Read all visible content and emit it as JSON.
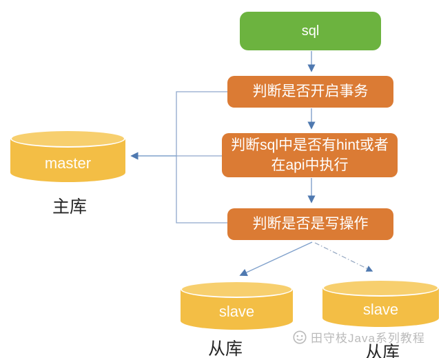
{
  "nodes": {
    "sql": {
      "label": "sql"
    },
    "check_transaction": {
      "label": "判断是否开启事务"
    },
    "check_hint": {
      "label": "判断sql中是否有hint或者在api中执行"
    },
    "check_write": {
      "label": "判断是否是写操作"
    },
    "master": {
      "label": "master",
      "caption": "主库"
    },
    "slave_left": {
      "label": "slave",
      "caption": "从库"
    },
    "slave_right": {
      "label": "slave",
      "caption": "从库"
    }
  },
  "watermark": {
    "icon": "smiley-face",
    "text": "田守枝Java系列教程"
  },
  "colors": {
    "start_node": "#6CB33F",
    "decision_node": "#DB7B34",
    "database_body": "#F3BE45",
    "database_top": "#F7CF6E",
    "connector_line": "#7FA0CB",
    "dashed_line": "#93A6C0",
    "arrowhead": "#4F79B0",
    "caption_text": "#262626",
    "watermark_text": "#B2B2B2"
  }
}
